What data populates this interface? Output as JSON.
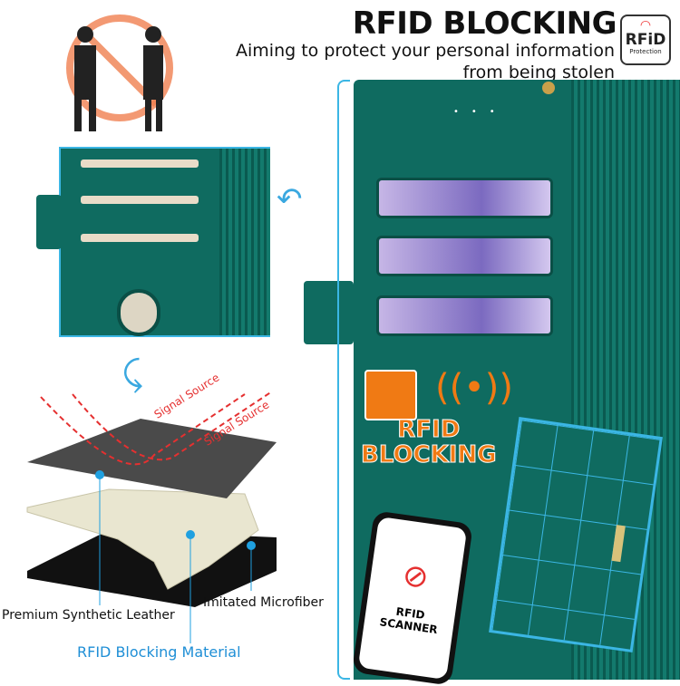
{
  "header": {
    "title": "RFID BLOCKING",
    "subtitle_line1": "Aiming to protect your personal information",
    "subtitle_line2": "from being stolen"
  },
  "badge": {
    "icon": "wifi-signal-icon",
    "text": "RFiD",
    "caption": "Protection"
  },
  "layers": {
    "signal_1": "Signal Source",
    "signal_2": "Signal Source",
    "label_leather": "Premium Synthetic Leather",
    "label_microfiber": "Imitated Microfiber",
    "label_rfid": "RFID Blocking Material"
  },
  "overlay": {
    "rfid_line1": "RFID",
    "rfid_line2": "BLOCKING"
  },
  "phone": {
    "scanner_line1": "RFID",
    "scanner_line2": "SCANNER"
  },
  "colors": {
    "teal": "#0f6b60",
    "accent_blue": "#1fa0e0",
    "signal_red": "#e53030",
    "orange": "#f07a14"
  }
}
